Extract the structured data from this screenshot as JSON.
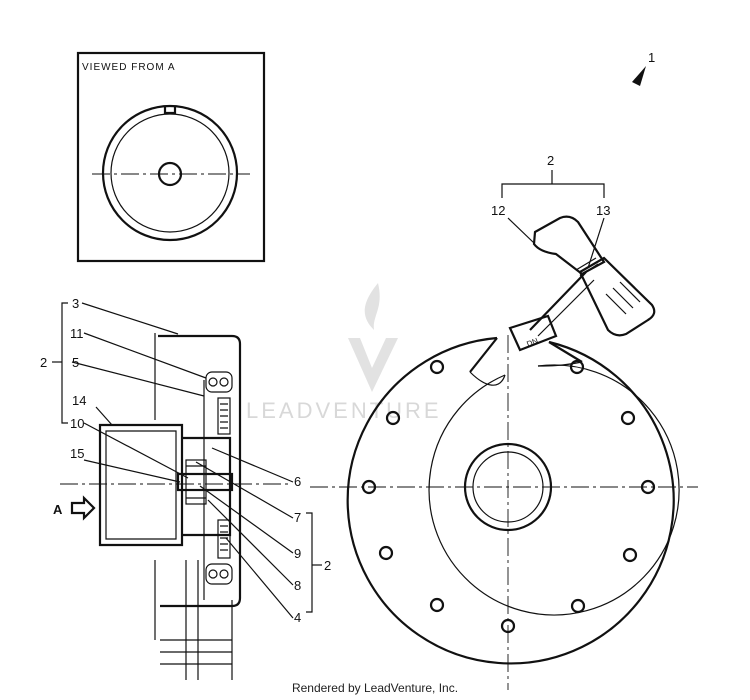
{
  "panel": {
    "title": "VIEWED FROM A"
  },
  "callouts": {
    "c1": "1",
    "c2_top": "2",
    "c12": "12",
    "c13": "13",
    "c3": "3",
    "c11": "11",
    "c2_left": "2",
    "c5": "5",
    "c14": "14",
    "c10": "10",
    "c15": "15",
    "cA": "A",
    "c6": "6",
    "c7": "7",
    "c9": "9",
    "c8": "8",
    "c4": "4",
    "c2_right": "2"
  },
  "watermark": {
    "text": "LEADVENTURE"
  },
  "footer": {
    "text": "Rendered by LeadVenture, Inc."
  }
}
